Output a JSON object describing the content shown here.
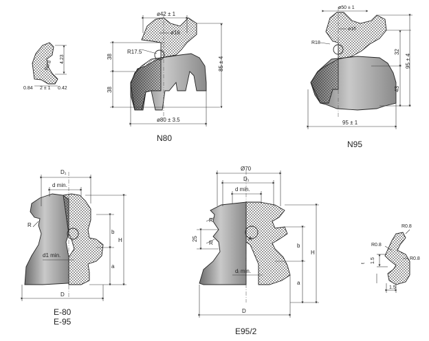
{
  "n80": {
    "caption": "N80",
    "dim_top": "ø42 ± 1",
    "dim_hole": "ø16",
    "dim_radius": "R17.5",
    "dim_upper": "38",
    "dim_lower": "38",
    "dim_height": "85 ± 4",
    "dim_base": "ø80 ± 3.5"
  },
  "n95": {
    "caption": "N95",
    "dim_top": "ø50 ± 1",
    "dim_hole": "ø16",
    "dim_radius": "R18",
    "dim_upper": "32",
    "dim_lower": "43",
    "dim_height": "95 ± 4",
    "dim_base": "95 ± 1"
  },
  "detail_small": {
    "dim_a": "4.23",
    "dim_b": "0.84",
    "dim_c": "2 ± 1",
    "dim_d": "0.42",
    "dim_e": "R0.8"
  },
  "e80": {
    "caption_1": "E-80",
    "caption_2": "E-95",
    "dim_d1": "D₁",
    "dim_dmin": "d min.",
    "dim_r": "R",
    "dim_b": "b",
    "dim_a": "a",
    "dim_h": "H",
    "dim_d1min": "d1 min.",
    "dim_d": "D"
  },
  "e95_2": {
    "caption": "E95/2",
    "dim_top": "Ø70",
    "dim_d1": "D₁",
    "dim_dmin": "d min.",
    "dim_r1": "R",
    "dim_r2": "R",
    "dim_25": "25",
    "dim_a_mark": "A",
    "dim_b": "b",
    "dim_a": "a",
    "dim_h": "H",
    "dim_dimin": "dᵢ min.",
    "dim_d": "D"
  },
  "detail_right": {
    "dim_r1": "R0.8",
    "dim_r2": "R0.8",
    "dim_r3": "R0.8",
    "dim_15a": "1.5",
    "dim_15b": "1.5",
    "dim_t": "t"
  }
}
